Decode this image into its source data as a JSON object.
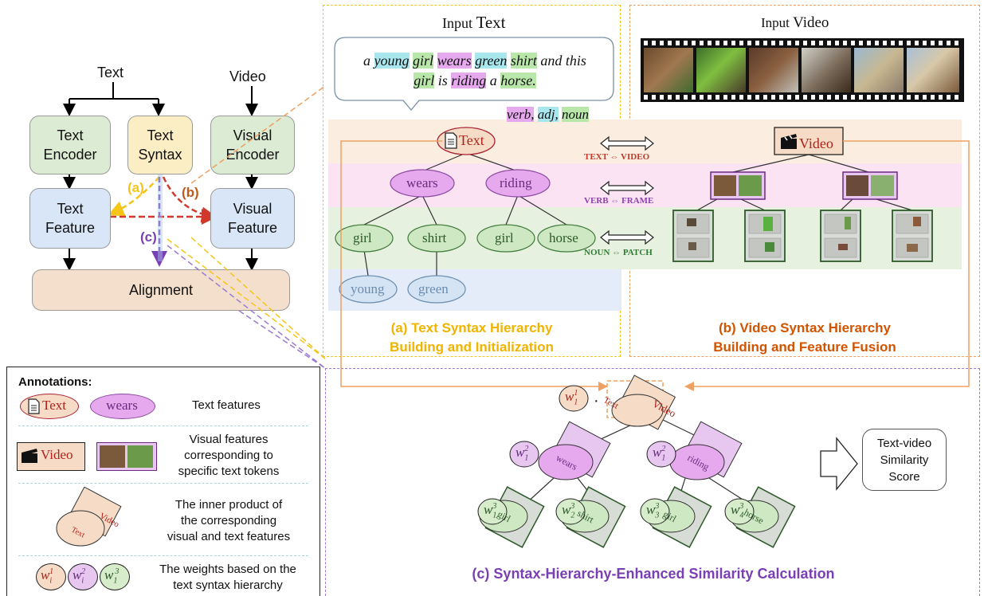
{
  "overview": {
    "text_label": "Text",
    "video_label": "Video",
    "text_encoder": "Text\nEncoder",
    "text_syntax": "Text\nSyntax",
    "visual_encoder": "Visual\nEncoder",
    "text_feature": "Text\nFeature",
    "visual_feature": "Visual\nFeature",
    "alignment": "Alignment",
    "path_a": "(a)",
    "path_b": "(b)",
    "path_c": "(c)",
    "colors": {
      "a": "#f5c518",
      "b": "#c0392b",
      "c": "#7b3fb5"
    }
  },
  "panel_a": {
    "input_title_prefix": "Input ",
    "input_title_word": "Text",
    "sentence_line1": [
      "a",
      "young",
      "girl",
      "wears",
      "green",
      "shirt",
      "and this"
    ],
    "sentence_line2": [
      "girl",
      "is",
      "riding",
      "a",
      "horse."
    ],
    "pos_legend": {
      "verb": "verb,",
      "adj": "adj,",
      "noun": "noun"
    },
    "root_node": "Text",
    "verb_nodes": [
      "wears",
      "riding"
    ],
    "noun_nodes": [
      "girl",
      "shirt",
      "girl",
      "horse"
    ],
    "adj_nodes": [
      "young",
      "green"
    ],
    "caption_line1": "(a) Text Syntax Hierarchy",
    "caption_line2": "Building and Initialization",
    "colors": {
      "verb": "#e7a9ee",
      "adj": "#a9e7ef",
      "noun": "#b9e7a9",
      "caption": "#f0b400"
    }
  },
  "correspondences": [
    {
      "label": "TEXT ⇔ VIDEO",
      "color": "#c0392b"
    },
    {
      "label": "VERB ⇔ FRAME",
      "color": "#8e44ad"
    },
    {
      "label": "NOUN ⇔ PATCH",
      "color": "#2e7d32"
    }
  ],
  "panel_b": {
    "input_title_prefix": "Input ",
    "input_title_word": "Video",
    "root_node": "Video",
    "caption_line1": "(b) Video Syntax Hierarchy",
    "caption_line2": "Building and Feature Fusion",
    "caption_color": "#d35400"
  },
  "panel_c": {
    "root_weight": "w",
    "root_weight_sub": "1",
    "root_weight_sup": "1",
    "verb_weights": [
      {
        "sub": "1",
        "sup": "2"
      },
      {
        "sub": "1",
        "sup": "2"
      }
    ],
    "noun_weights": [
      {
        "sub": "1",
        "sup": "3"
      },
      {
        "sub": "2",
        "sup": "3"
      },
      {
        "sub": "3",
        "sup": "3"
      },
      {
        "sub": "4",
        "sup": "3"
      }
    ],
    "root_text": "Text",
    "root_video": "Video",
    "verb_labels": [
      "wears",
      "riding"
    ],
    "noun_labels": [
      "girl",
      "shirt",
      "girl",
      "horse"
    ],
    "dot": "·",
    "output": "Text-video\nSimilarity\nScore",
    "caption": "(c) Syntax-Hierarchy-Enhanced Similarity Calculation",
    "caption_color": "#7b3fb5"
  },
  "annotations": {
    "title": "Annotations:",
    "row1_text_node": "Text",
    "row1_word_node": "wears",
    "row1_desc": "Text features",
    "row2_video_node": "Video",
    "row2_desc": "Visual features\ncorresponding to\nspecific text tokens",
    "row3_text": "Text",
    "row3_video": "Video",
    "row3_desc": "The inner product of\nthe corresponding\nvisual and text features",
    "row4_weights": [
      {
        "sub": "i",
        "sup": "1"
      },
      {
        "sub": "i",
        "sup": "2"
      },
      {
        "sub": "1",
        "sup": "3"
      }
    ],
    "row4_desc": "The weights based on the\ntext syntax hierarchy"
  }
}
